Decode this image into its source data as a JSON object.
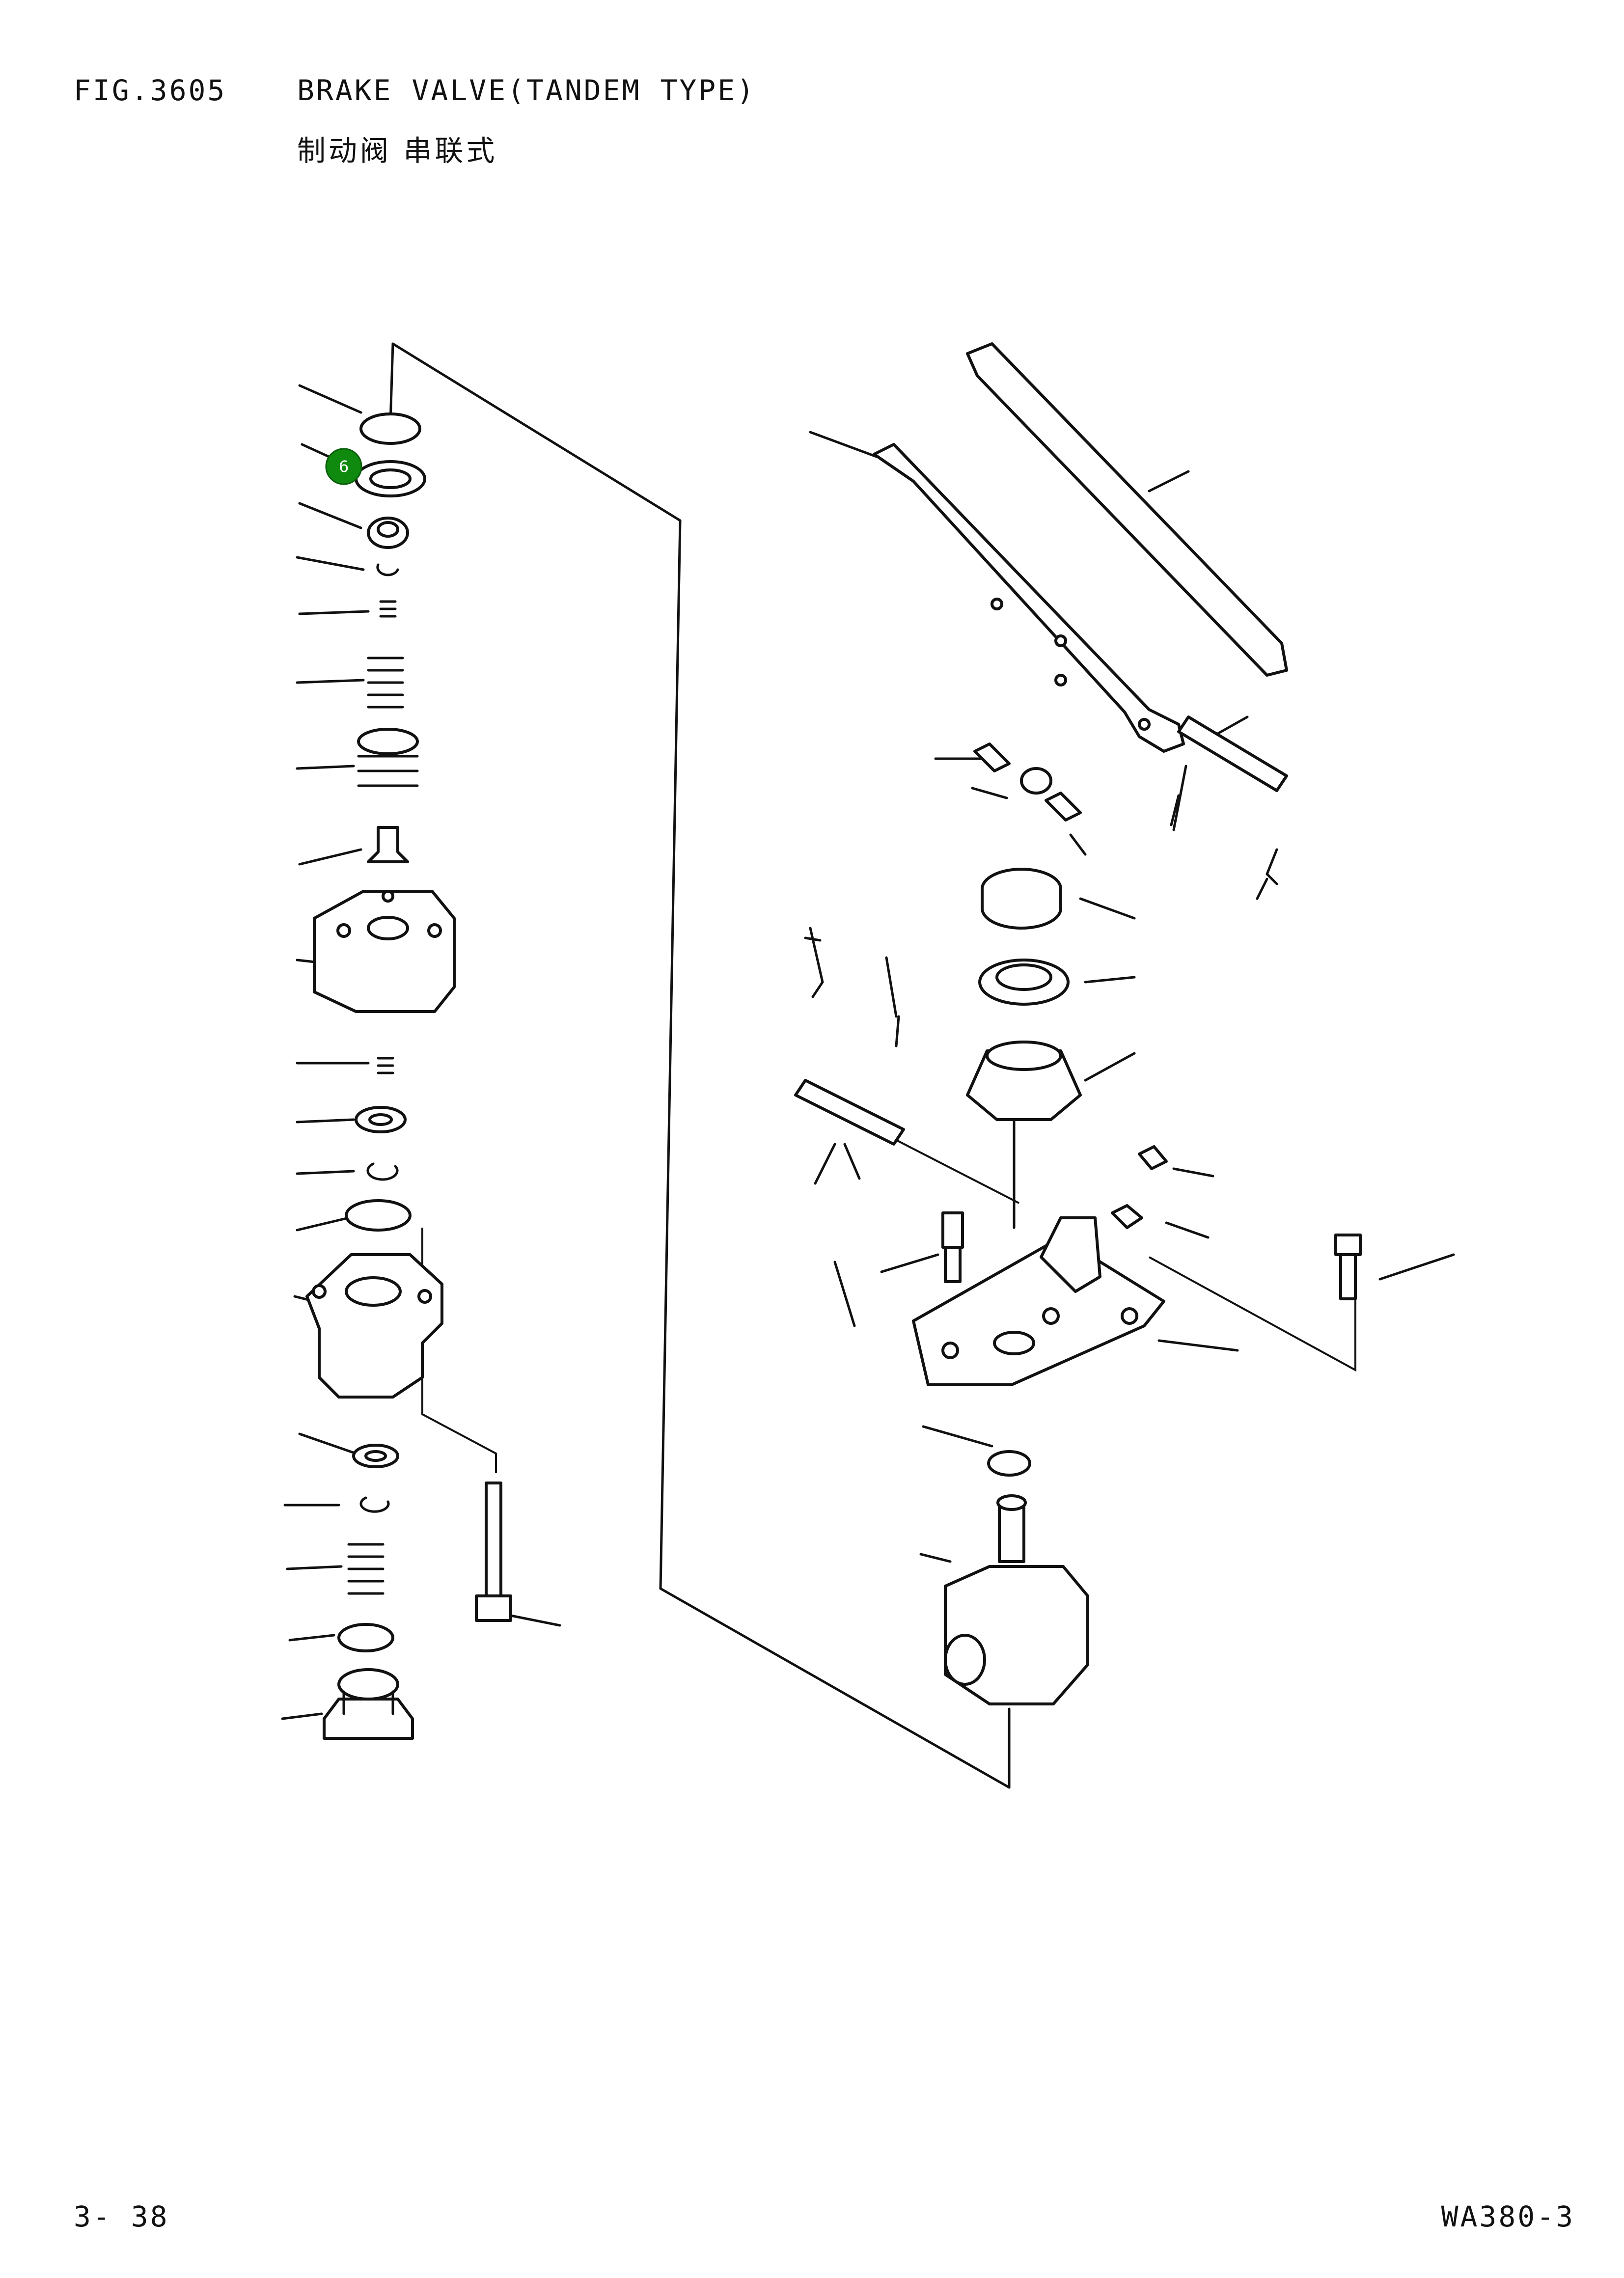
{
  "header": {
    "figure_number": "FIG.3605",
    "title": "BRAKE VALVE(TANDEM TYPE)",
    "subtitle": "制动阀 串联式"
  },
  "footer": {
    "page_number": "3- 38",
    "model": "WA380-3"
  },
  "callouts": [
    {
      "label": "6",
      "color": "#0f8a0f"
    }
  ]
}
